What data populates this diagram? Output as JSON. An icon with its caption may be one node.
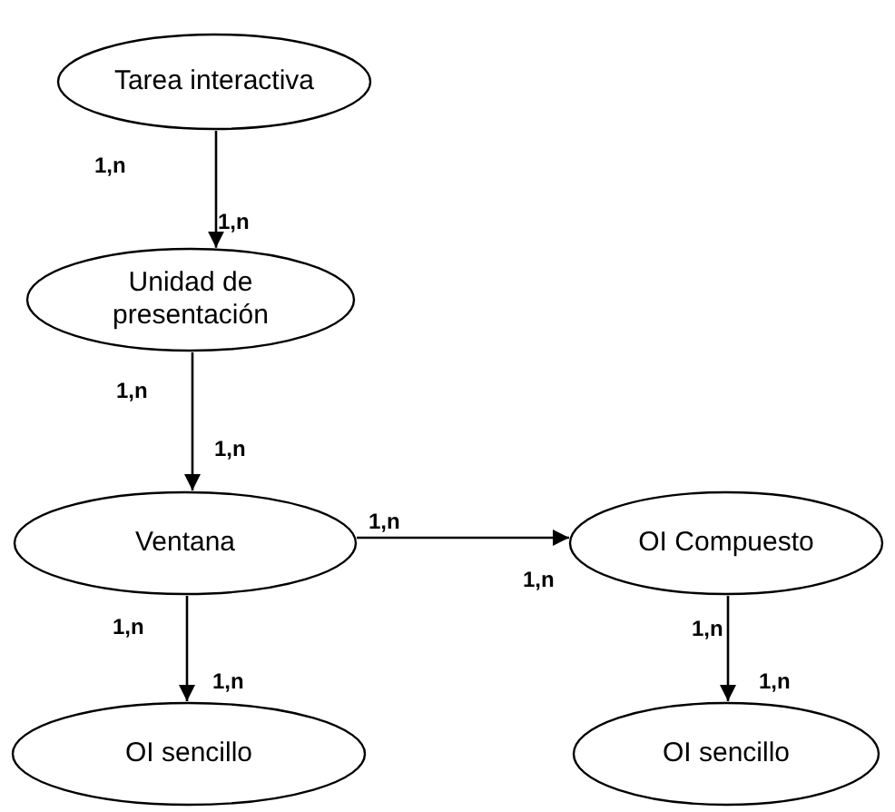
{
  "diagram": {
    "nodes": [
      {
        "text": [
          "Tarea interactiva"
        ]
      },
      {
        "text": [
          "Unidad de presentación"
        ]
      },
      {
        "text": [
          "Ventana"
        ]
      },
      {
        "text": [
          "OI Compuesto"
        ]
      },
      {
        "text": [
          "OI sencillo"
        ]
      },
      {
        "text": [
          "OI sencillo"
        ]
      }
    ],
    "edges": [
      {
        "from": 0,
        "to": 1,
        "arrow": "to"
      },
      {
        "from": 1,
        "to": 2,
        "arrow": "to"
      },
      {
        "from": 2,
        "to": 3,
        "arrow": "to"
      },
      {
        "from": 2,
        "to": 4,
        "arrow": "to"
      },
      {
        "from": 3,
        "to": 5,
        "arrow": "to"
      }
    ],
    "labels": [
      "1,n",
      "1,n",
      "1,n",
      "1,n",
      "1,n",
      "1,n",
      "1,n",
      "1,n",
      "1,n",
      "1,n"
    ]
  }
}
